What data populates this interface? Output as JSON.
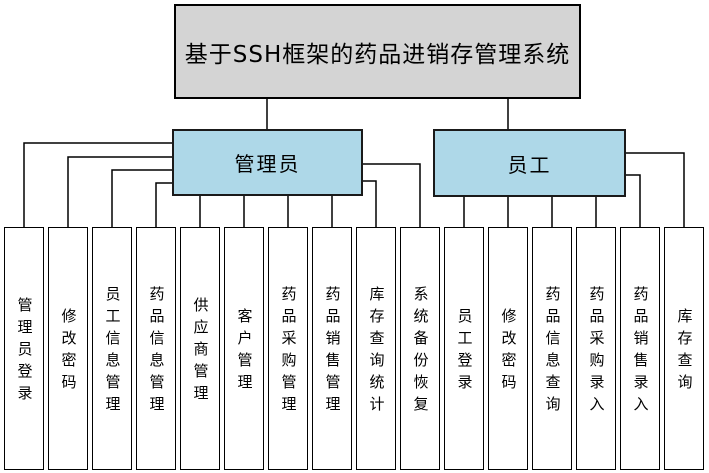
{
  "diagram": {
    "title": "基于SSH框架的药品进销存管理系统",
    "admin": {
      "label": "管理员",
      "functions": [
        "管理员登录",
        "修改密码",
        "员工信息管理",
        "药品信息管理",
        "供应商管理",
        "客户管理",
        "药品采购管理",
        "药品销售管理",
        "库存查询统计",
        "系统备份恢复"
      ]
    },
    "employee": {
      "label": "员工",
      "functions": [
        "员工登录",
        "修改密码",
        "药品信息查询",
        "药品采购录入",
        "药品销售录入",
        "库存查询"
      ]
    },
    "colors": {
      "title_fill": "#d4d4d4",
      "role_fill": "#aed8e8",
      "leaf_fill": "#ffffff",
      "border": "#000000"
    }
  }
}
